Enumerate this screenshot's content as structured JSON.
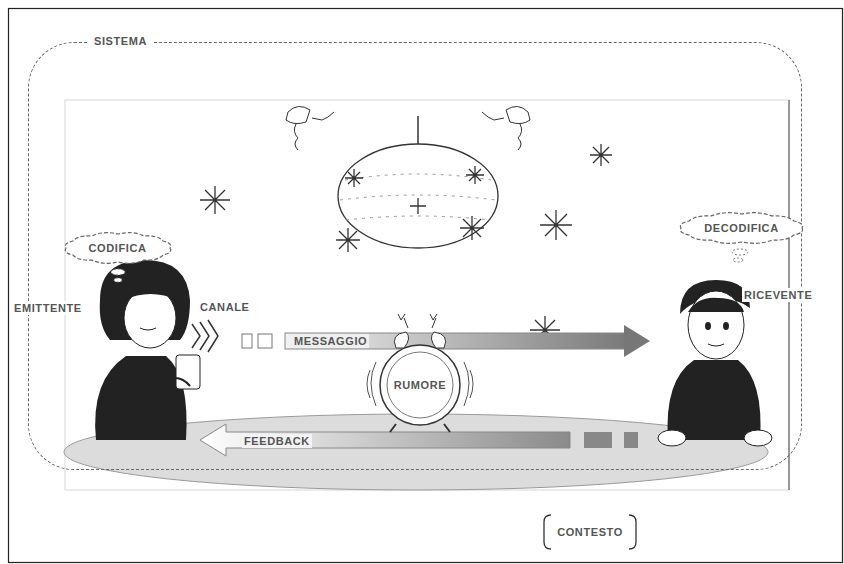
{
  "diagram": {
    "nodes": [
      {
        "text": [
          "SISTEMA"
        ]
      },
      {
        "text": [
          "CODIFICA"
        ],
        "in": 0
      },
      {
        "text": [
          "DECODIFICA"
        ],
        "in": 0
      },
      {
        "text": [
          "CONTESTO"
        ]
      }
    ],
    "labels": [
      "EMITTENTE",
      "CANALE",
      "MESSAGGIO",
      "RUMORE",
      "RICEVENTE",
      "FEEDBACK"
    ]
  }
}
